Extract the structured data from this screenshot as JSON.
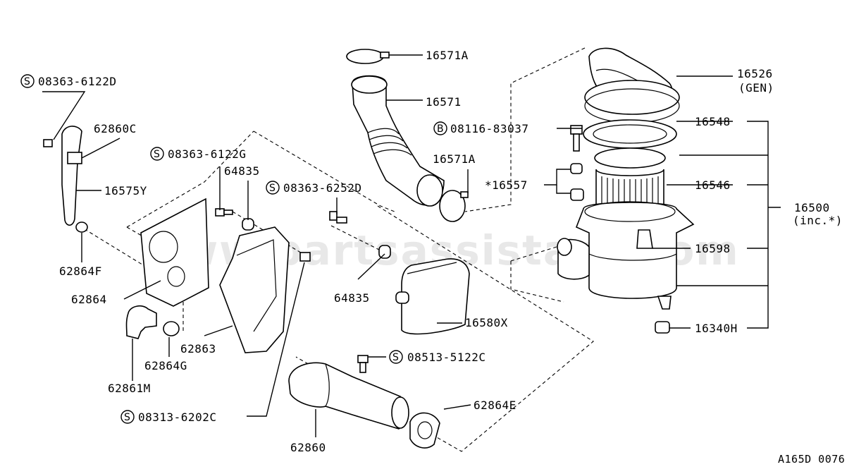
{
  "watermark": "www.partsassistant.com",
  "figure_code": "A165D 0076",
  "labels": {
    "p16571A_top": "16571A",
    "p16571": "16571",
    "p16526": "16526",
    "p16526_sub": "(GEN)",
    "p08116": "08116-83037",
    "p16548": "16548",
    "p16571A_mid": "16571A",
    "p16557": "*16557",
    "p16546": "16546",
    "p16500": "16500",
    "p16500_sub": "(inc.*)",
    "p16598": "16598",
    "p16340H": "16340H",
    "p16580X": "16580X",
    "p64835_a": "64835",
    "p64835_b": "64835",
    "p08363_6122D": "08363-6122D",
    "p62860C": "62860C",
    "p16575Y": "16575Y",
    "p62864F": "62864F",
    "p62864": "62864",
    "p08363_6122G": "08363-6122G",
    "p08363_6252D": "08363-6252D",
    "p62863": "62863",
    "p62864G": "62864G",
    "p62861M": "62861M",
    "p08313_6202C": "08313-6202C",
    "p08513_5122C": "08513-5122C",
    "p62864E": "62864E",
    "p62860": "62860"
  },
  "symbols": {
    "screw": "S",
    "bolt": "B"
  },
  "icons": [
    "screw-symbol-icon",
    "bolt-symbol-icon"
  ]
}
